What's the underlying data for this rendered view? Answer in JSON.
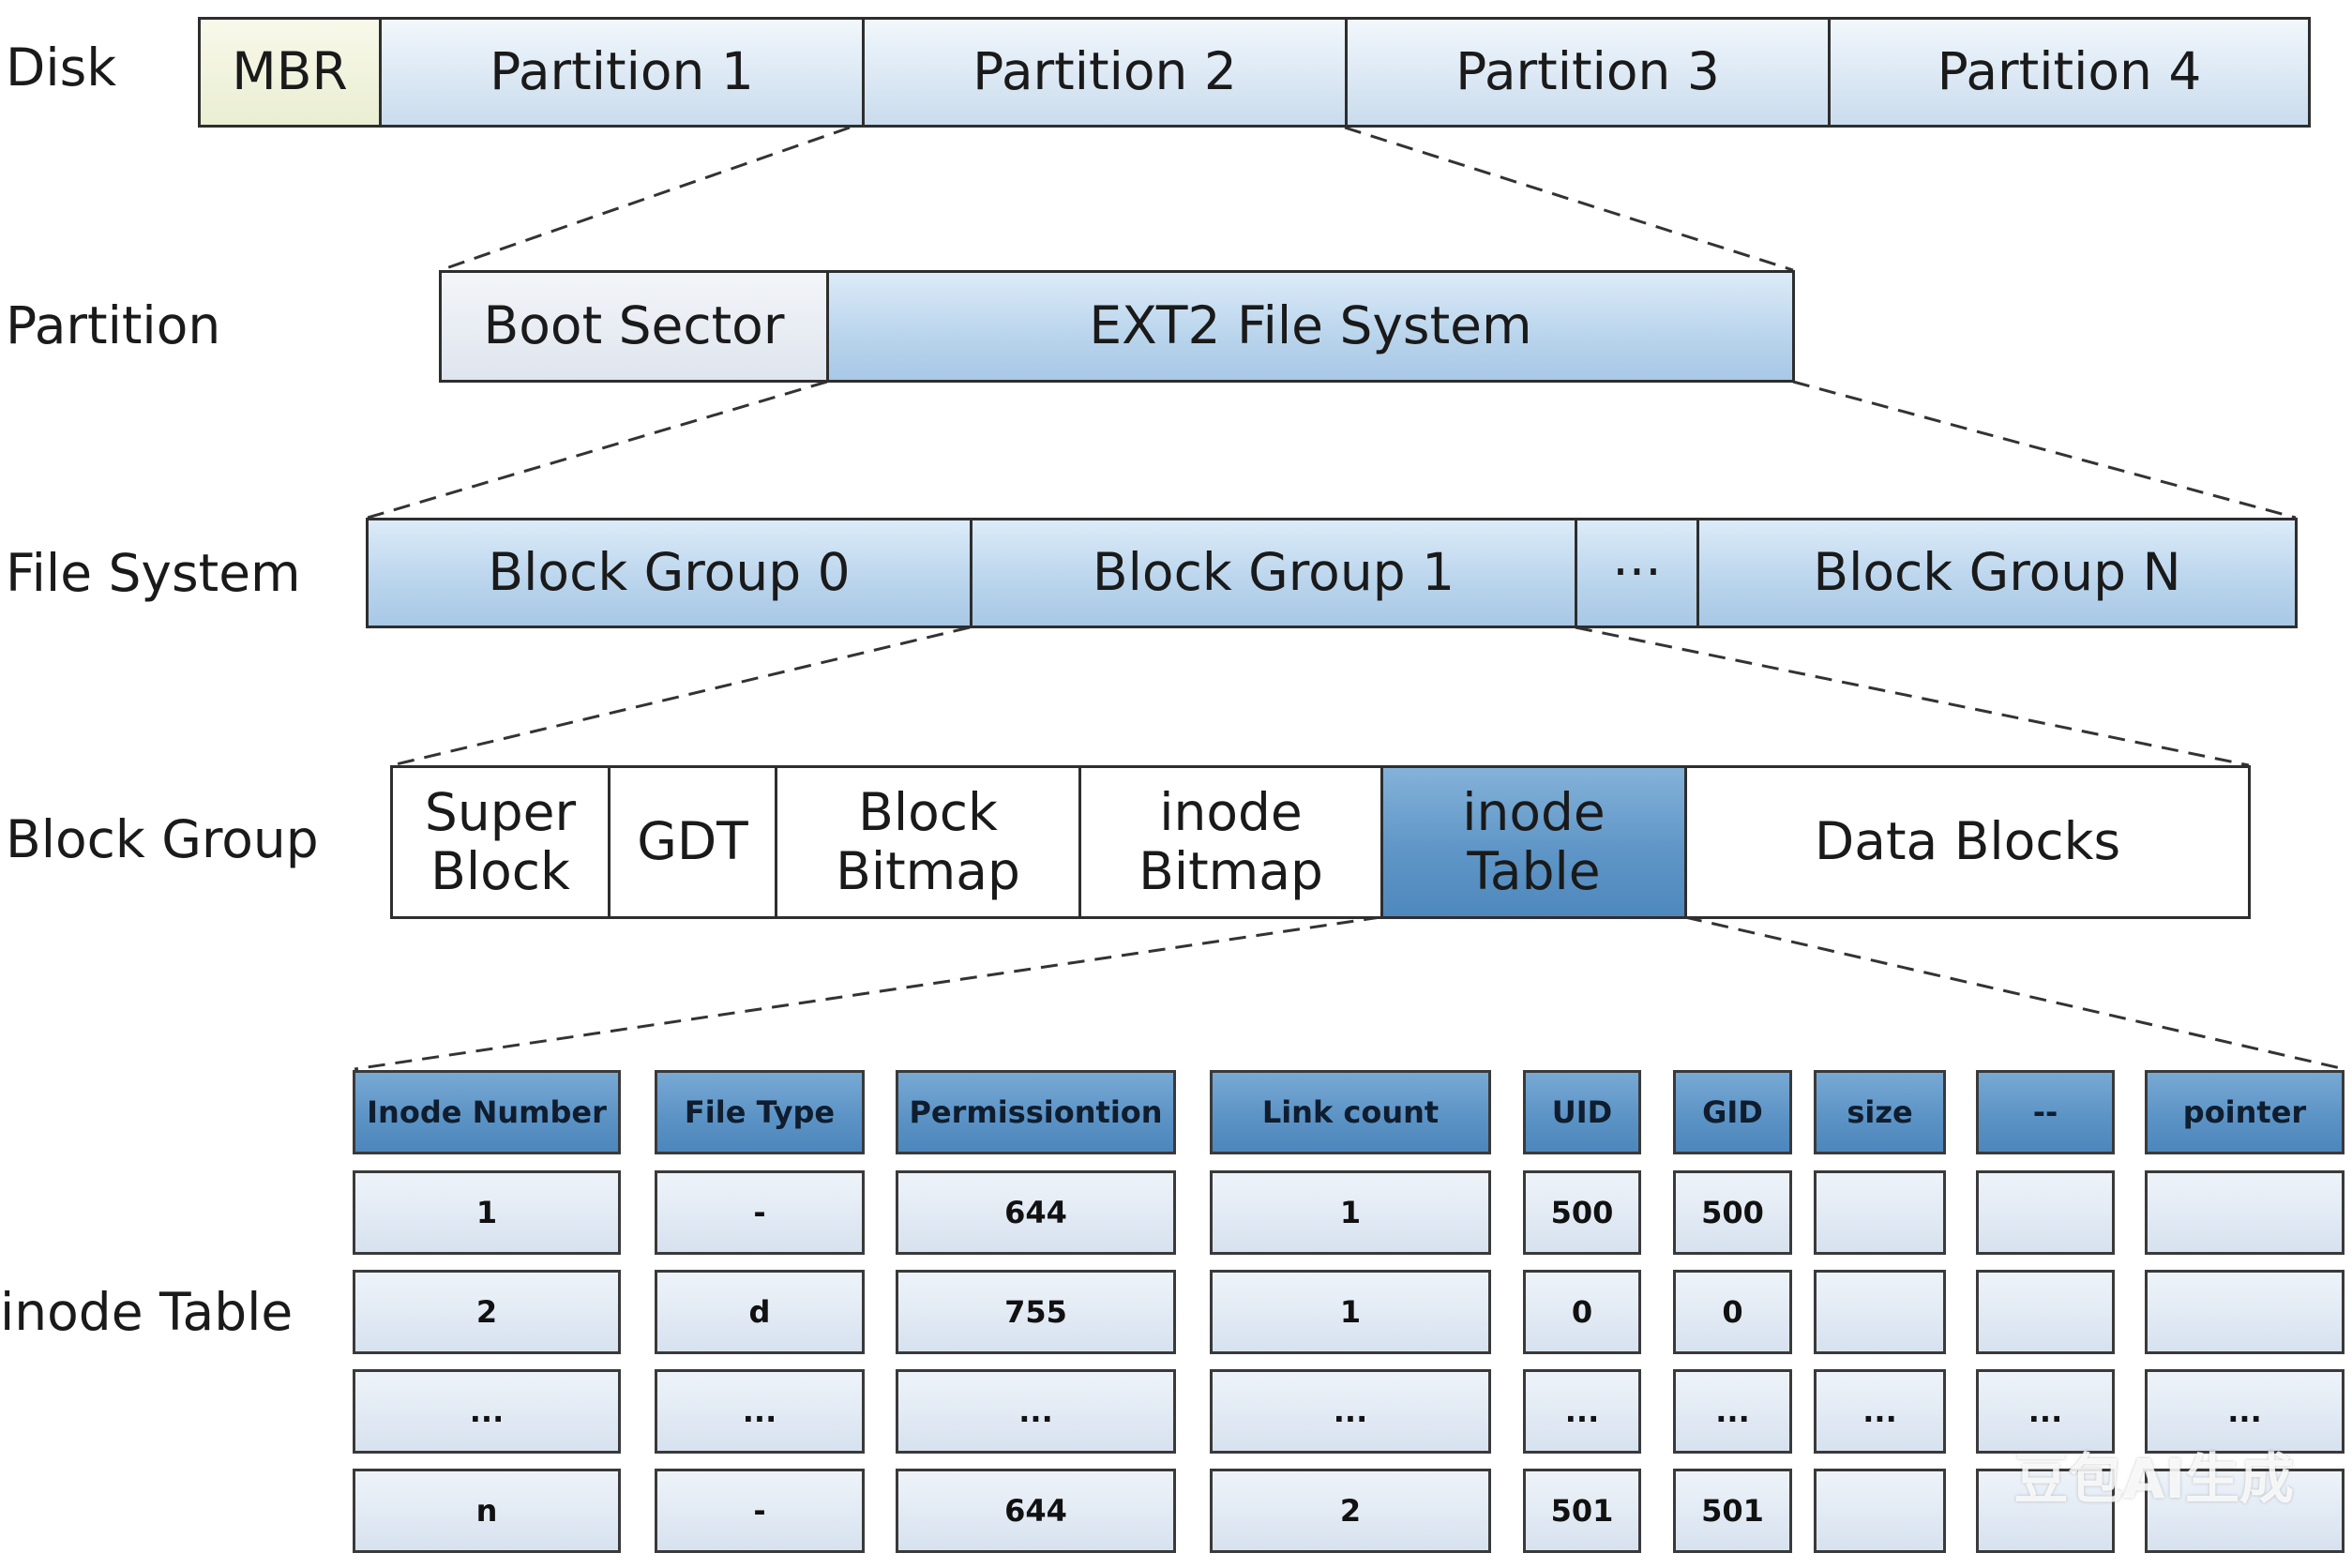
{
  "row_labels": {
    "disk": "Disk",
    "partition": "Partition",
    "file_system": "File System",
    "block_group": "Block Group",
    "inode_table": "inode Table"
  },
  "disk": {
    "mbr": "MBR",
    "partitions": [
      "Partition 1",
      "Partition 2",
      "Partition 3",
      "Partition 4"
    ]
  },
  "partition": {
    "boot_sector": "Boot Sector",
    "file_system": "EXT2 File System"
  },
  "file_system": {
    "groups": [
      "Block Group 0",
      "Block Group 1",
      "···",
      "Block Group N"
    ]
  },
  "block_group": {
    "parts": [
      "Super\nBlock",
      "GDT",
      "Block\nBitmap",
      "inode\nBitmap",
      "inode\nTable",
      "Data Blocks"
    ]
  },
  "inode_table": {
    "headers": [
      "Inode Number",
      "File Type",
      "Permissiontion",
      "Link count",
      "UID",
      "GID",
      "size",
      "--",
      "pointer"
    ],
    "rows": [
      [
        "1",
        "-",
        "644",
        "1",
        "500",
        "500",
        "",
        "",
        ""
      ],
      [
        "2",
        "d",
        "755",
        "1",
        "0",
        "0",
        "",
        "",
        ""
      ],
      [
        "...",
        "...",
        "...",
        "...",
        "...",
        "...",
        "...",
        "...",
        "..."
      ],
      [
        "n",
        "-",
        "644",
        "2",
        "501",
        "501",
        "",
        "",
        ""
      ]
    ]
  },
  "watermark": "豆包AI生成"
}
